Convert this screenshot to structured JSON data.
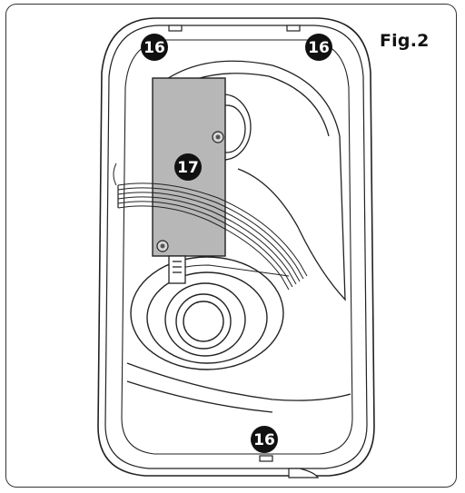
{
  "figure": {
    "label": "Fig.2",
    "callouts": [
      {
        "id": "top-left-clip",
        "text": "16"
      },
      {
        "id": "top-right-clip",
        "text": "16"
      },
      {
        "id": "bottom-clip",
        "text": "16"
      },
      {
        "id": "circuit-board",
        "text": "17"
      }
    ]
  },
  "colors": {
    "line": "#222222",
    "board_fill": "#b7b7b7",
    "callout_fill": "#111111",
    "background": "#ffffff"
  }
}
